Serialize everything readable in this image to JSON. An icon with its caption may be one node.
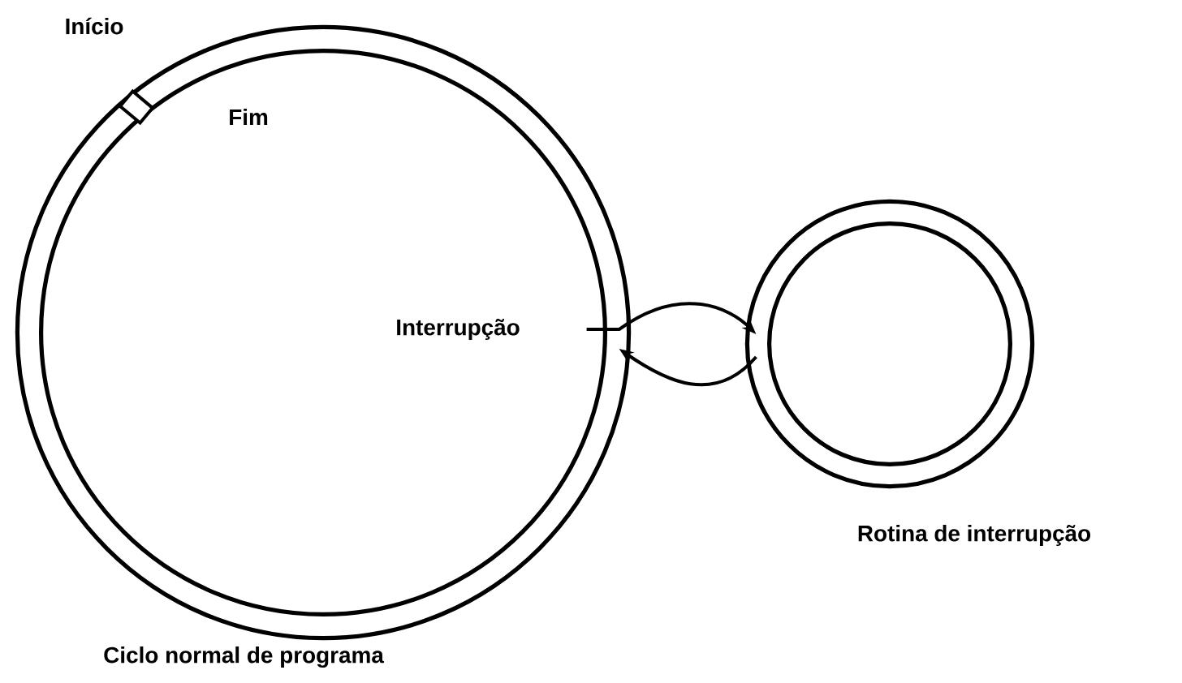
{
  "diagram": {
    "nodes": [
      {
        "text": [
          "Ciclo normal de programa"
        ]
      },
      {
        "text": [
          "Rotina de interrupção"
        ]
      }
    ],
    "edges": [
      {
        "from": 0,
        "to": 1,
        "arrow": "to"
      },
      {
        "from": 1,
        "to": 0,
        "arrow": "to"
      }
    ],
    "labels": [
      "Início",
      "Fim",
      "Interrupção"
    ]
  }
}
